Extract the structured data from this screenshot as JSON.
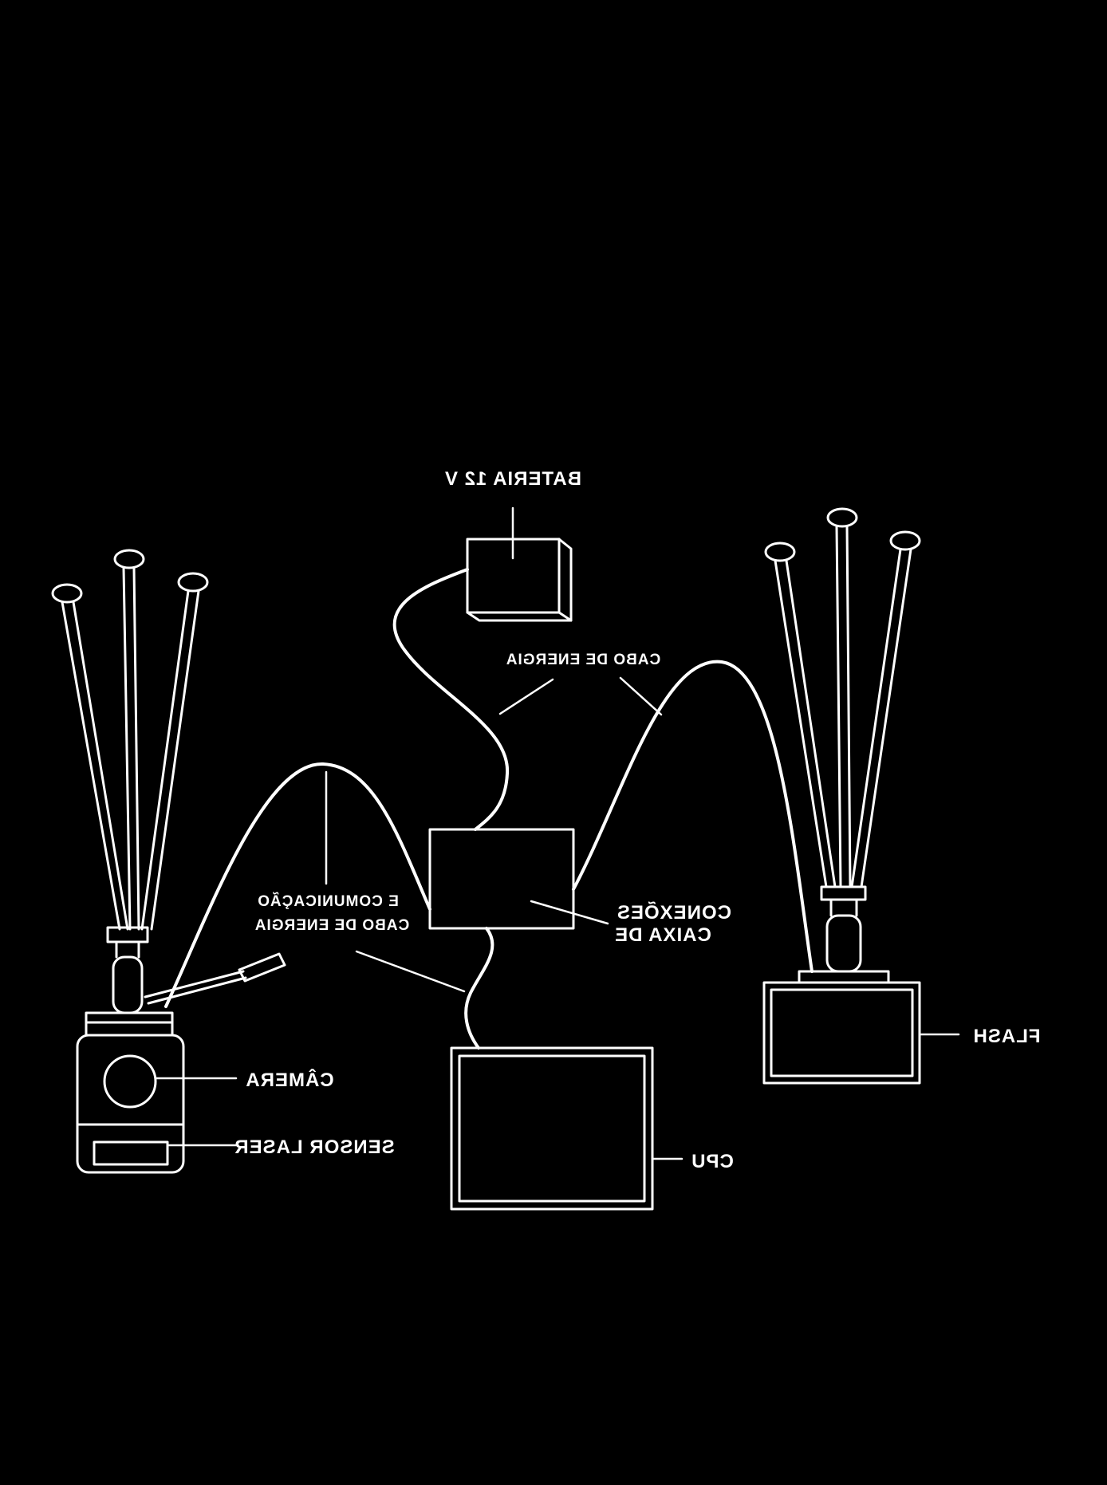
{
  "colors": {
    "background": "#000000",
    "line": "#ffffff",
    "line_soft": "#d8d8d8"
  },
  "labels": {
    "bateria": "BATERIA 12 V",
    "cabo_energia_top": "CABO DE ENERGIA",
    "cabo_energia_com_line1": "CABO DE ENERGIA",
    "cabo_energia_com_line2": "E COMUNICAÇÃO",
    "caixa_line1": "CAIXA DE",
    "caixa_line2": "CONEXÕES",
    "camera": "CÂMERA",
    "sensor": "SENSOR LASER",
    "cpu": "CPU",
    "flash": "FLASH"
  },
  "icons": {
    "camera": "camera-icon",
    "sensor": "laser-sensor-icon",
    "flash": "flash-icon",
    "battery": "battery-icon",
    "cpu": "monitor-icon",
    "tripod": "tripod-icon"
  }
}
